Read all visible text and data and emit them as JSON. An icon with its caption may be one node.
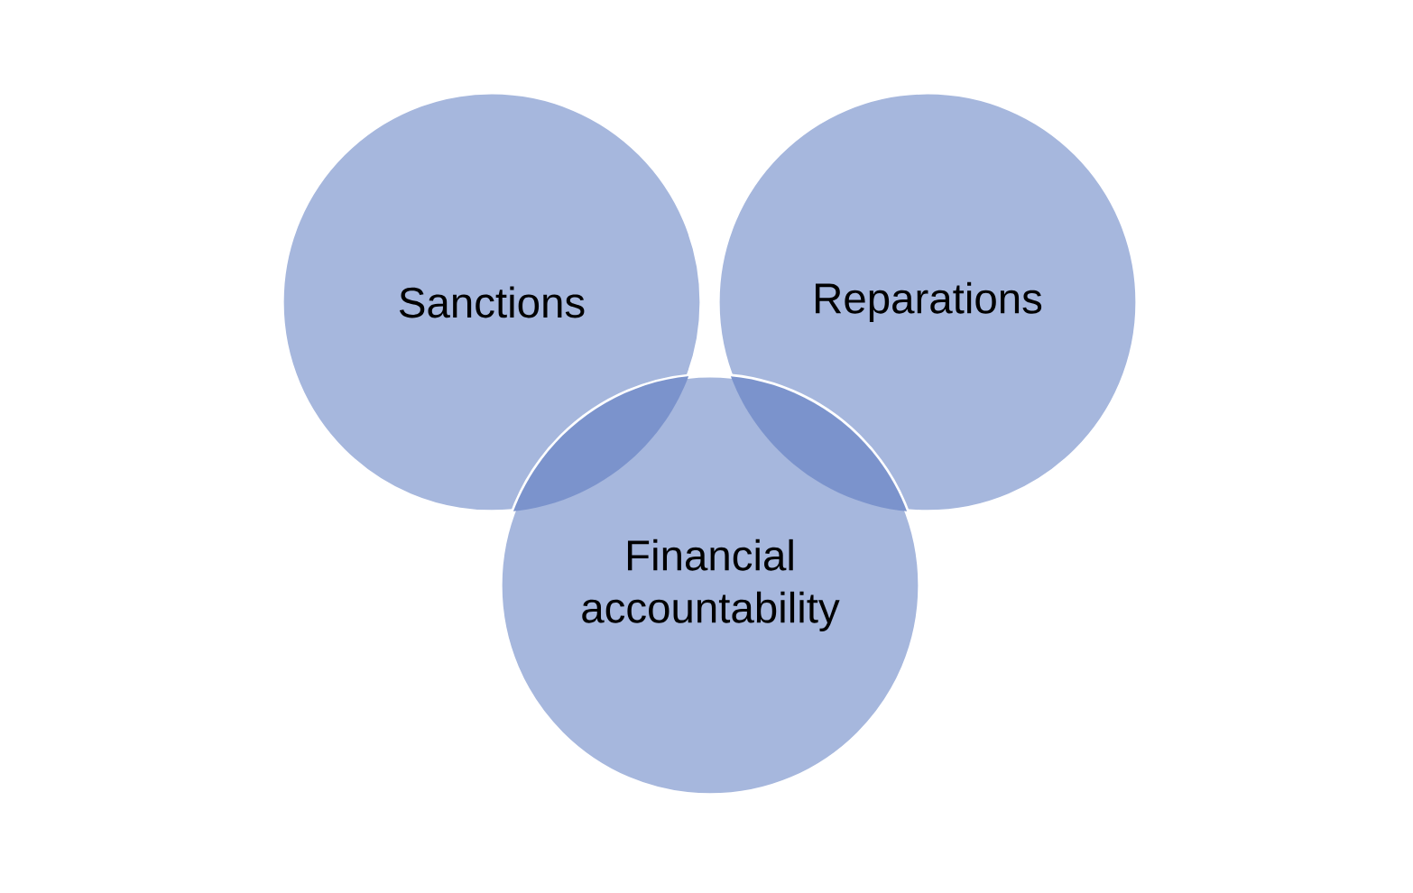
{
  "diagram": {
    "nodes": [
      {
        "text": [
          "Sanctions"
        ]
      },
      {
        "text": [
          "Reparations"
        ]
      },
      {
        "text": [
          "Financial accountability"
        ]
      }
    ]
  }
}
